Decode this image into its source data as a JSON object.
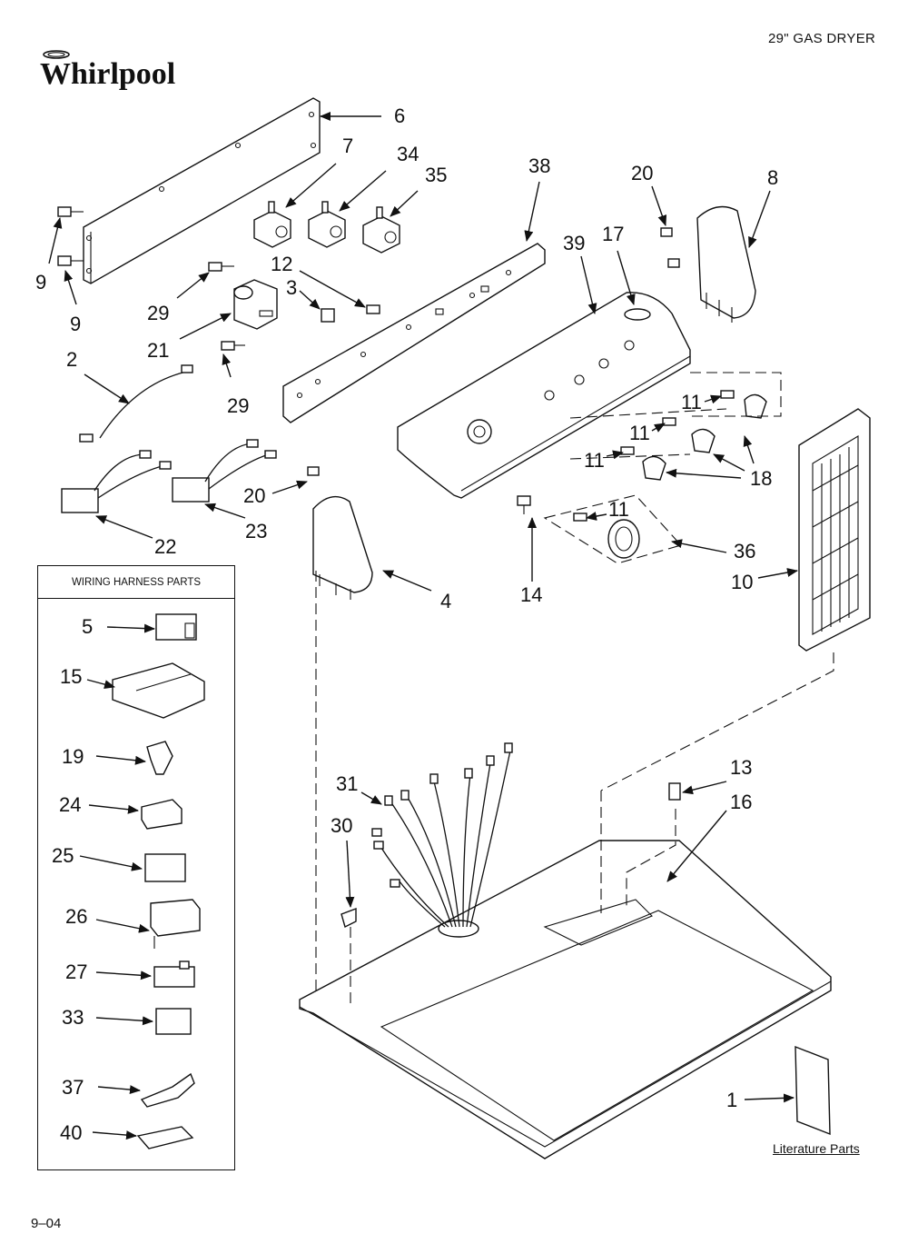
{
  "header": {
    "brand": "Whirlpool",
    "title": "29\" GAS DRYER"
  },
  "footer": {
    "page_id": "9–04"
  },
  "harness_box": {
    "title": "WIRING HARNESS PARTS"
  },
  "literature": {
    "label": "Literature Parts"
  },
  "callouts": {
    "c1": "1",
    "c2": "2",
    "c3": "3",
    "c4": "4",
    "c5": "5",
    "c6": "6",
    "c7": "7",
    "c8": "8",
    "c9a": "9",
    "c9b": "9",
    "c10": "10",
    "c11a": "11",
    "c11b": "11",
    "c11c": "11",
    "c11d": "11",
    "c12": "12",
    "c13": "13",
    "c14": "14",
    "c15": "15",
    "c16": "16",
    "c17": "17",
    "c18a": "18",
    "c19": "19",
    "c20a": "20",
    "c20b": "20",
    "c21": "21",
    "c22": "22",
    "c23": "23",
    "c24": "24",
    "c25": "25",
    "c26": "26",
    "c27": "27",
    "c29a": "29",
    "c29b": "29",
    "c30": "30",
    "c31": "31",
    "c33": "33",
    "c34": "34",
    "c35": "35",
    "c36": "36",
    "c37": "37",
    "c38": "38",
    "c39": "39",
    "c40": "40"
  }
}
